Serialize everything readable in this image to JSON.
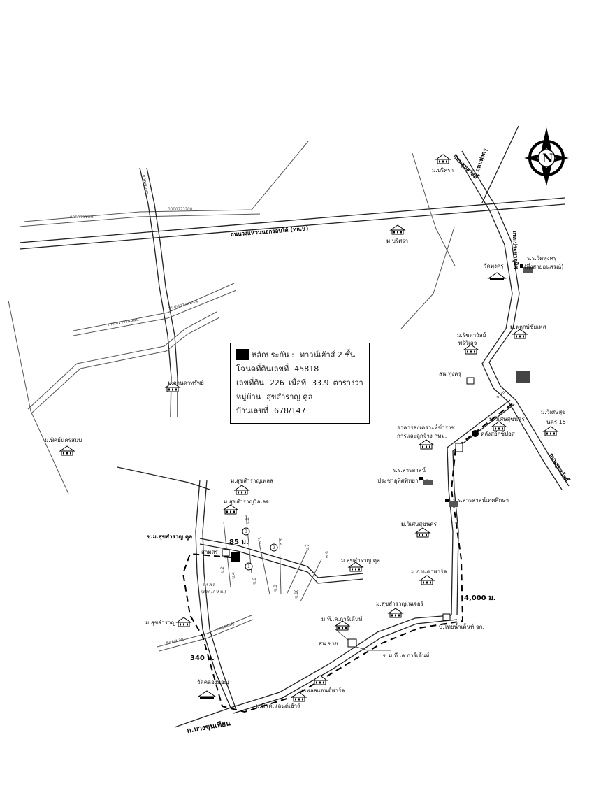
{
  "info": {
    "collateral_label": "หลักประกัน :",
    "collateral_value": "ทาวน์เฮ้าส์ 2 ชั้น",
    "deed_label": "โฉนดที่ดินเลขที่",
    "deed_value": "45818",
    "land_no_label": "เลขที่ดิน",
    "land_no_value": "226",
    "area_label": "เนื้อที่",
    "area_value": "33.9",
    "area_unit": "ตารางวา",
    "village_label": "หมู่บ้าน",
    "village_value": "สุขสำราญ คูล",
    "house_no_label": "บ้านเลขที่",
    "house_no_value": "678/147"
  },
  "compass": {
    "letter": "N"
  },
  "roads": {
    "outer_ring": "ถนนวงแหวนนอกรอบใต้ (ทล.9)",
    "prachauthit": "ถนนประชาอุทิศ",
    "suksawat": "ถนนสุขสวัสดิ์",
    "thungkru": "ถนนทุ่งครุ",
    "parallel_top": "กกกกววววกก",
    "parallel_mid": "กกกกววววนนนน",
    "pracha_uthit_lower": "ถ.ประชาอุทิศ 90",
    "phutthabucha": "ถ.พุทธบูชา",
    "bang_khun_thian": "ถ.บางขุนเทียน",
    "soi_suksamran_cool": "ซ.ม.สุขสำราญ คูล",
    "soi_tk_garden": "ซ.ม.ที.เค.การ์เด้นท์",
    "canal": "คลองมอญ",
    "soi_mb": "ซ.มบ."
  },
  "places": {
    "m_borisa_top": "ม.บริศรา",
    "m_borisa_mid": "ม.บริศรา",
    "wat_thungkru": "วัดทุ่งครุ",
    "school_thungkru": "ร.ร.วัดทุ่งครุ",
    "school_thungkru_2": "(พึ่งสายอนุสรณ์)",
    "m_pruksa": "ม.พฤกษ์ชัยเฟส",
    "m_ratchawadee_1": "ม.รัชดาวัลย์",
    "m_ratchawadee_2": "พริวิเลจ",
    "police_thungkru": "สน.ทุ่งครุ",
    "m_kanda_top": "ม.กานดาทรัพย์",
    "m_pitsinee": "ม.พิศย์นครสมบ",
    "m_wisetsuk": "ม.วิเศษสุข",
    "m_wisetsuk_2": "นคร 15",
    "m_wisetsukhanakhon": "ม.วิเศษสุขนคร",
    "senior_home_1": "อาคารสงเคราะห์ข้าราช",
    "senior_home_2": "การและลูกจ้าง กทม.",
    "lotus": "ดลังสอีกซ์ปอส",
    "school_sarasit_1": "ร.ร.สารสาสน์",
    "school_sarasit_2": "ประชาอุทิศพิทยาการ",
    "school_sarasas": "ร.ร.สารสาสน์เทคศึกษา",
    "m_wisetsukhanakhon_2": "ม.วิเศษสุขนคร",
    "m_suksamran_place": "ม.สุขสำราญเพลส",
    "m_suksamran_villa": "ม.สุขสำราญวิลเลจ",
    "m_suksamran_cool": "ม.สุขสำราญ คูล",
    "samsorn": "สามสร",
    "m_kanda_park": "ม.กานดาพาร์ค",
    "m_suksamran_nature": "ม.สุขสำราญเนเจอร์",
    "m_tk_garden": "ม.ที.เค.การ์เด้นท์",
    "police_station": "สน.ชาย",
    "factory": "บ.ไทยน้ำเค็นท์ จก.",
    "m_suksamran_left": "ม.สุขสำราญ",
    "wat_khlong_mon": "วัดคลองมอญ",
    "m_plus_park": "ม.เพลสแอนด์พาร์ค",
    "m_pk_land": "ม.พี.เค.แลนด์เฮ้าส์",
    "school_small_1": "ร.ร.ชล",
    "school_small_2": "(ตสก.7-9 ม.)"
  },
  "distances": {
    "d85": "85 ม.",
    "d340": "340 ม.",
    "d4000": "4,000 ม."
  },
  "soi_numbers": [
    "ซ.1",
    "ซ.2",
    "ซ.3",
    "ซ.4",
    "ซ.5",
    "ซ.6",
    "ซ.7",
    "ซ.8",
    "ซ.9",
    "ซ.10"
  ],
  "markers": {
    "m1": "1",
    "m2": "2",
    "m3": "3"
  },
  "colors": {
    "ink": "#111111",
    "route": "#000000",
    "background": "#ffffff"
  }
}
